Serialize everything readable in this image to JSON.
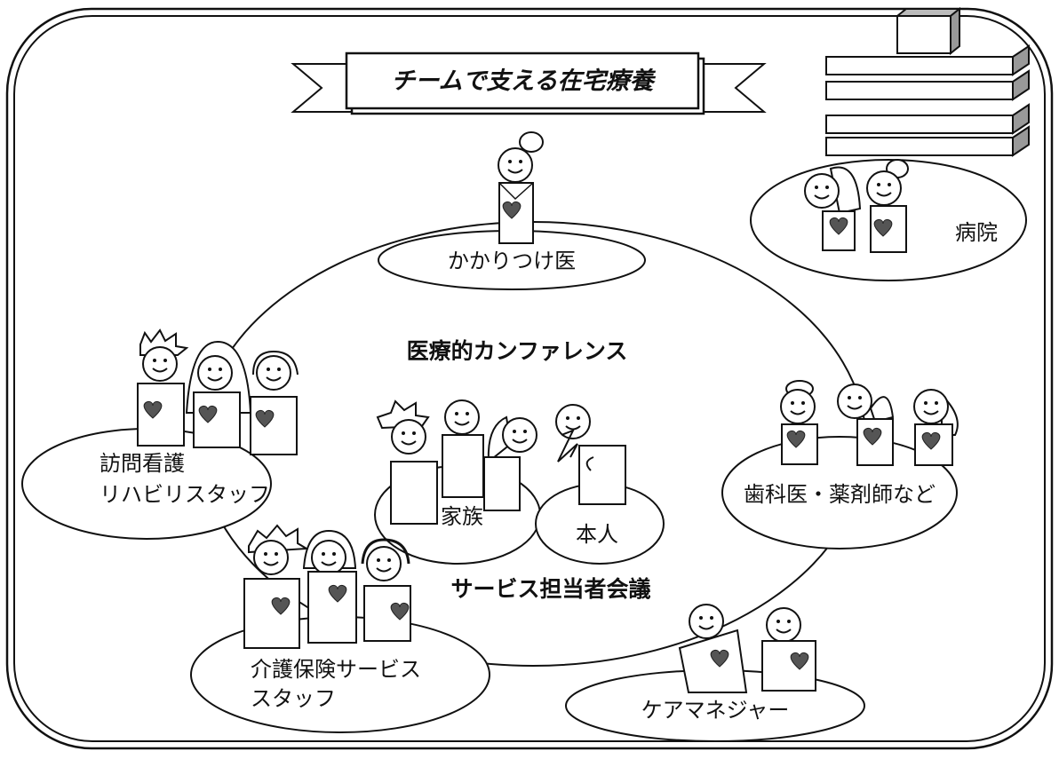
{
  "title": "チームで支える在宅療養",
  "meetings": {
    "medical_conference": "医療的カンファレンス",
    "service_meeting": "サービス担当者会議"
  },
  "groups": {
    "family_doctor": "かかりつけ医",
    "hospital": "病院",
    "visiting_nursing_line1": "訪問看護",
    "visiting_nursing_line2": "リハビリスタッフ",
    "dentist_pharmacist": "歯科医・薬剤師など",
    "family": "家族",
    "patient": "本人",
    "care_staff_line1": "介護保険サービス",
    "care_staff_line2": "スタッフ",
    "care_manager": "ケアマネジャー"
  },
  "colors": {
    "heart": "#555555",
    "line": "#111111",
    "building_fill": "#ffffff"
  }
}
